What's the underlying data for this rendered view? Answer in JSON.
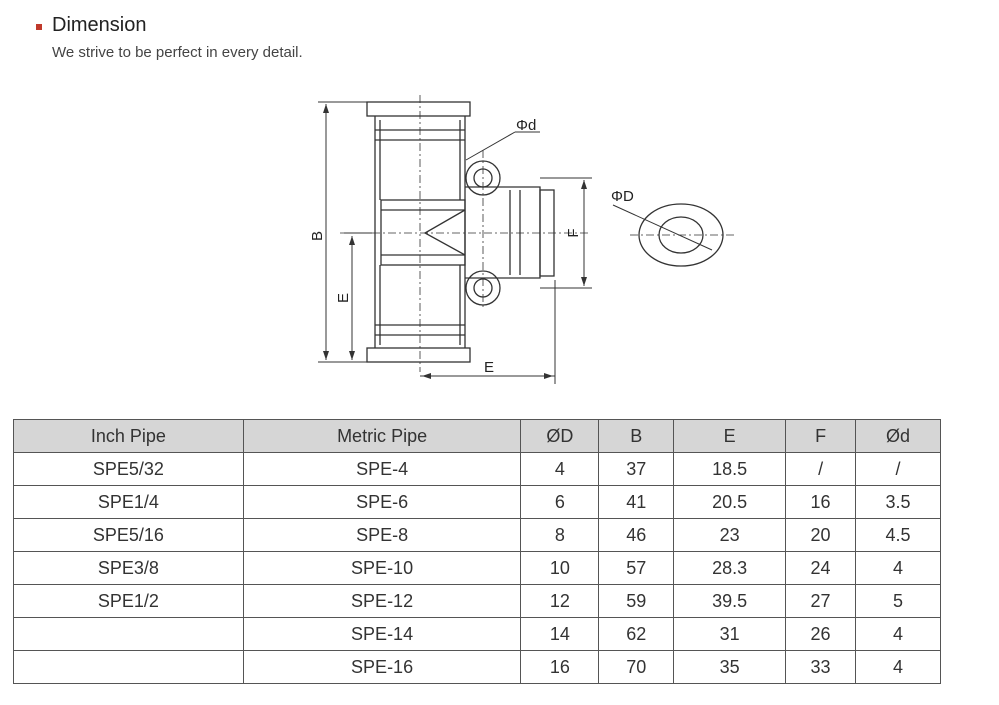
{
  "header": {
    "title": "Dimension",
    "subtitle": "We strive to be perfect in every detail.",
    "accent_color": "#c0392b"
  },
  "drawing": {
    "labels": {
      "B": "B",
      "E_vertical": "E",
      "E_horizontal": "E",
      "F": "F",
      "phi_d": "Φd",
      "phi_D": "ΦD"
    }
  },
  "table": {
    "headers": [
      "Inch Pipe",
      "Metric Pipe",
      "ØD",
      "B",
      "E",
      "F",
      "Ød"
    ],
    "rows": [
      [
        "SPE5/32",
        "SPE-4",
        "4",
        "37",
        "18.5",
        "/",
        "/"
      ],
      [
        "SPE1/4",
        "SPE-6",
        "6",
        "41",
        "20.5",
        "16",
        "3.5"
      ],
      [
        "SPE5/16",
        "SPE-8",
        "8",
        "46",
        "23",
        "20",
        "4.5"
      ],
      [
        "SPE3/8",
        "SPE-10",
        "10",
        "57",
        "28.3",
        "24",
        "4"
      ],
      [
        "SPE1/2",
        "SPE-12",
        "12",
        "59",
        "39.5",
        "27",
        "5"
      ],
      [
        "",
        "SPE-14",
        "14",
        "62",
        "31",
        "26",
        "4"
      ],
      [
        "",
        "SPE-16",
        "16",
        "70",
        "35",
        "33",
        "4"
      ]
    ]
  }
}
